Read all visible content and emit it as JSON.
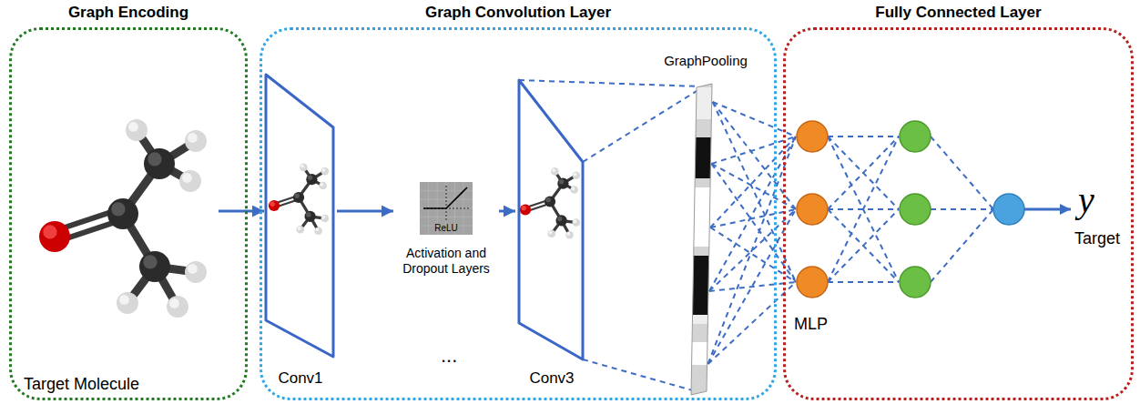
{
  "diagram": {
    "nodes": [
      {
        "text": [
          "Graph Encoding"
        ]
      },
      {
        "text": [
          "Target Molecule"
        ],
        "in": 0
      },
      {
        "text": [
          "Graph Convolution Layer"
        ]
      },
      {
        "text": [
          "Conv1"
        ],
        "in": 2
      },
      {
        "text": [
          "ReLU",
          "Activation and Dropout Layers"
        ],
        "in": 2
      },
      {
        "text": [
          "Conv3"
        ],
        "in": 2
      },
      {
        "text": [
          "GraphPooling"
        ],
        "in": 2
      },
      {
        "text": [
          "Fully Connected Layer"
        ]
      }
    ],
    "edges": [
      {
        "from": 1,
        "to": 3,
        "arrow": "to"
      },
      {
        "from": 3,
        "to": 4,
        "arrow": "to"
      },
      {
        "from": 4,
        "to": 5,
        "arrow": "to"
      }
    ],
    "labels": [
      "...",
      "MLP",
      "y",
      "Target"
    ]
  }
}
